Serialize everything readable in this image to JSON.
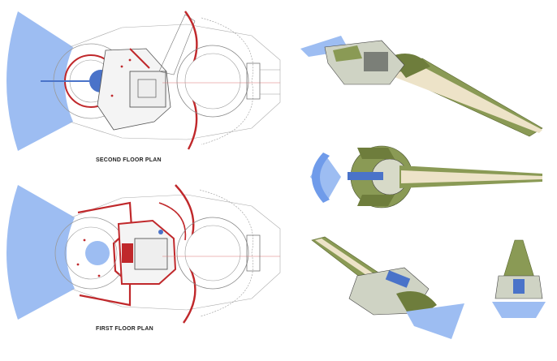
{
  "sheet": {
    "second_floor_plan_title": "SECOND FLOOR PLAN",
    "first_floor_plan_title": "FIRST FLOOR PLAN"
  },
  "palette": {
    "water_blue": "#9dbdf2",
    "wall_red": "#c0282b",
    "roof_green": "#8a9a55",
    "deck_cream": "#ede3c8",
    "pool_blue": "#4a73c9",
    "line_grey": "#8a8a8a"
  },
  "views": [
    {
      "name": "aerial-perspective"
    },
    {
      "name": "top-view"
    },
    {
      "name": "bird-eye-view"
    },
    {
      "name": "front-view"
    }
  ]
}
